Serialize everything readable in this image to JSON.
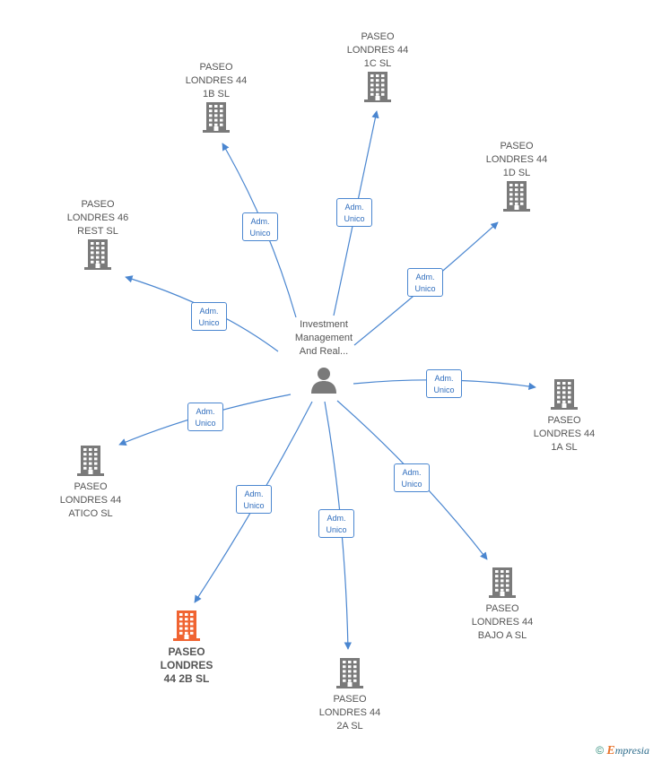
{
  "center": {
    "label": "Investment\nManagement\nAnd Real...",
    "icon": "person-icon"
  },
  "edge_label": "Adm.\nUnico",
  "colors": {
    "edge": "#4a86d0",
    "building": "#7a7a7a",
    "focus": "#f06432"
  },
  "nodes": [
    {
      "id": "1c",
      "label": "PASEO\nLONDRES 44\n1C  SL",
      "focus": false
    },
    {
      "id": "1b",
      "label": "PASEO\nLONDRES 44\n1B  SL",
      "focus": false
    },
    {
      "id": "1d",
      "label": "PASEO\nLONDRES 44\n1D  SL",
      "focus": false
    },
    {
      "id": "46rest",
      "label": "PASEO\nLONDRES 46\nREST  SL",
      "focus": false
    },
    {
      "id": "1a",
      "label": "PASEO\nLONDRES 44\n1A  SL",
      "focus": false
    },
    {
      "id": "atico",
      "label": "PASEO\nLONDRES 44\nATICO  SL",
      "focus": false
    },
    {
      "id": "bajoa",
      "label": "PASEO\nLONDRES 44\nBAJO A  SL",
      "focus": false
    },
    {
      "id": "2b",
      "label": "PASEO\nLONDRES\n44 2B  SL",
      "focus": true
    },
    {
      "id": "2a",
      "label": "PASEO\nLONDRES 44\n2A  SL",
      "focus": false
    }
  ],
  "footer": {
    "copyright": "©",
    "brand_first": "E",
    "brand_rest": "mpresia"
  }
}
